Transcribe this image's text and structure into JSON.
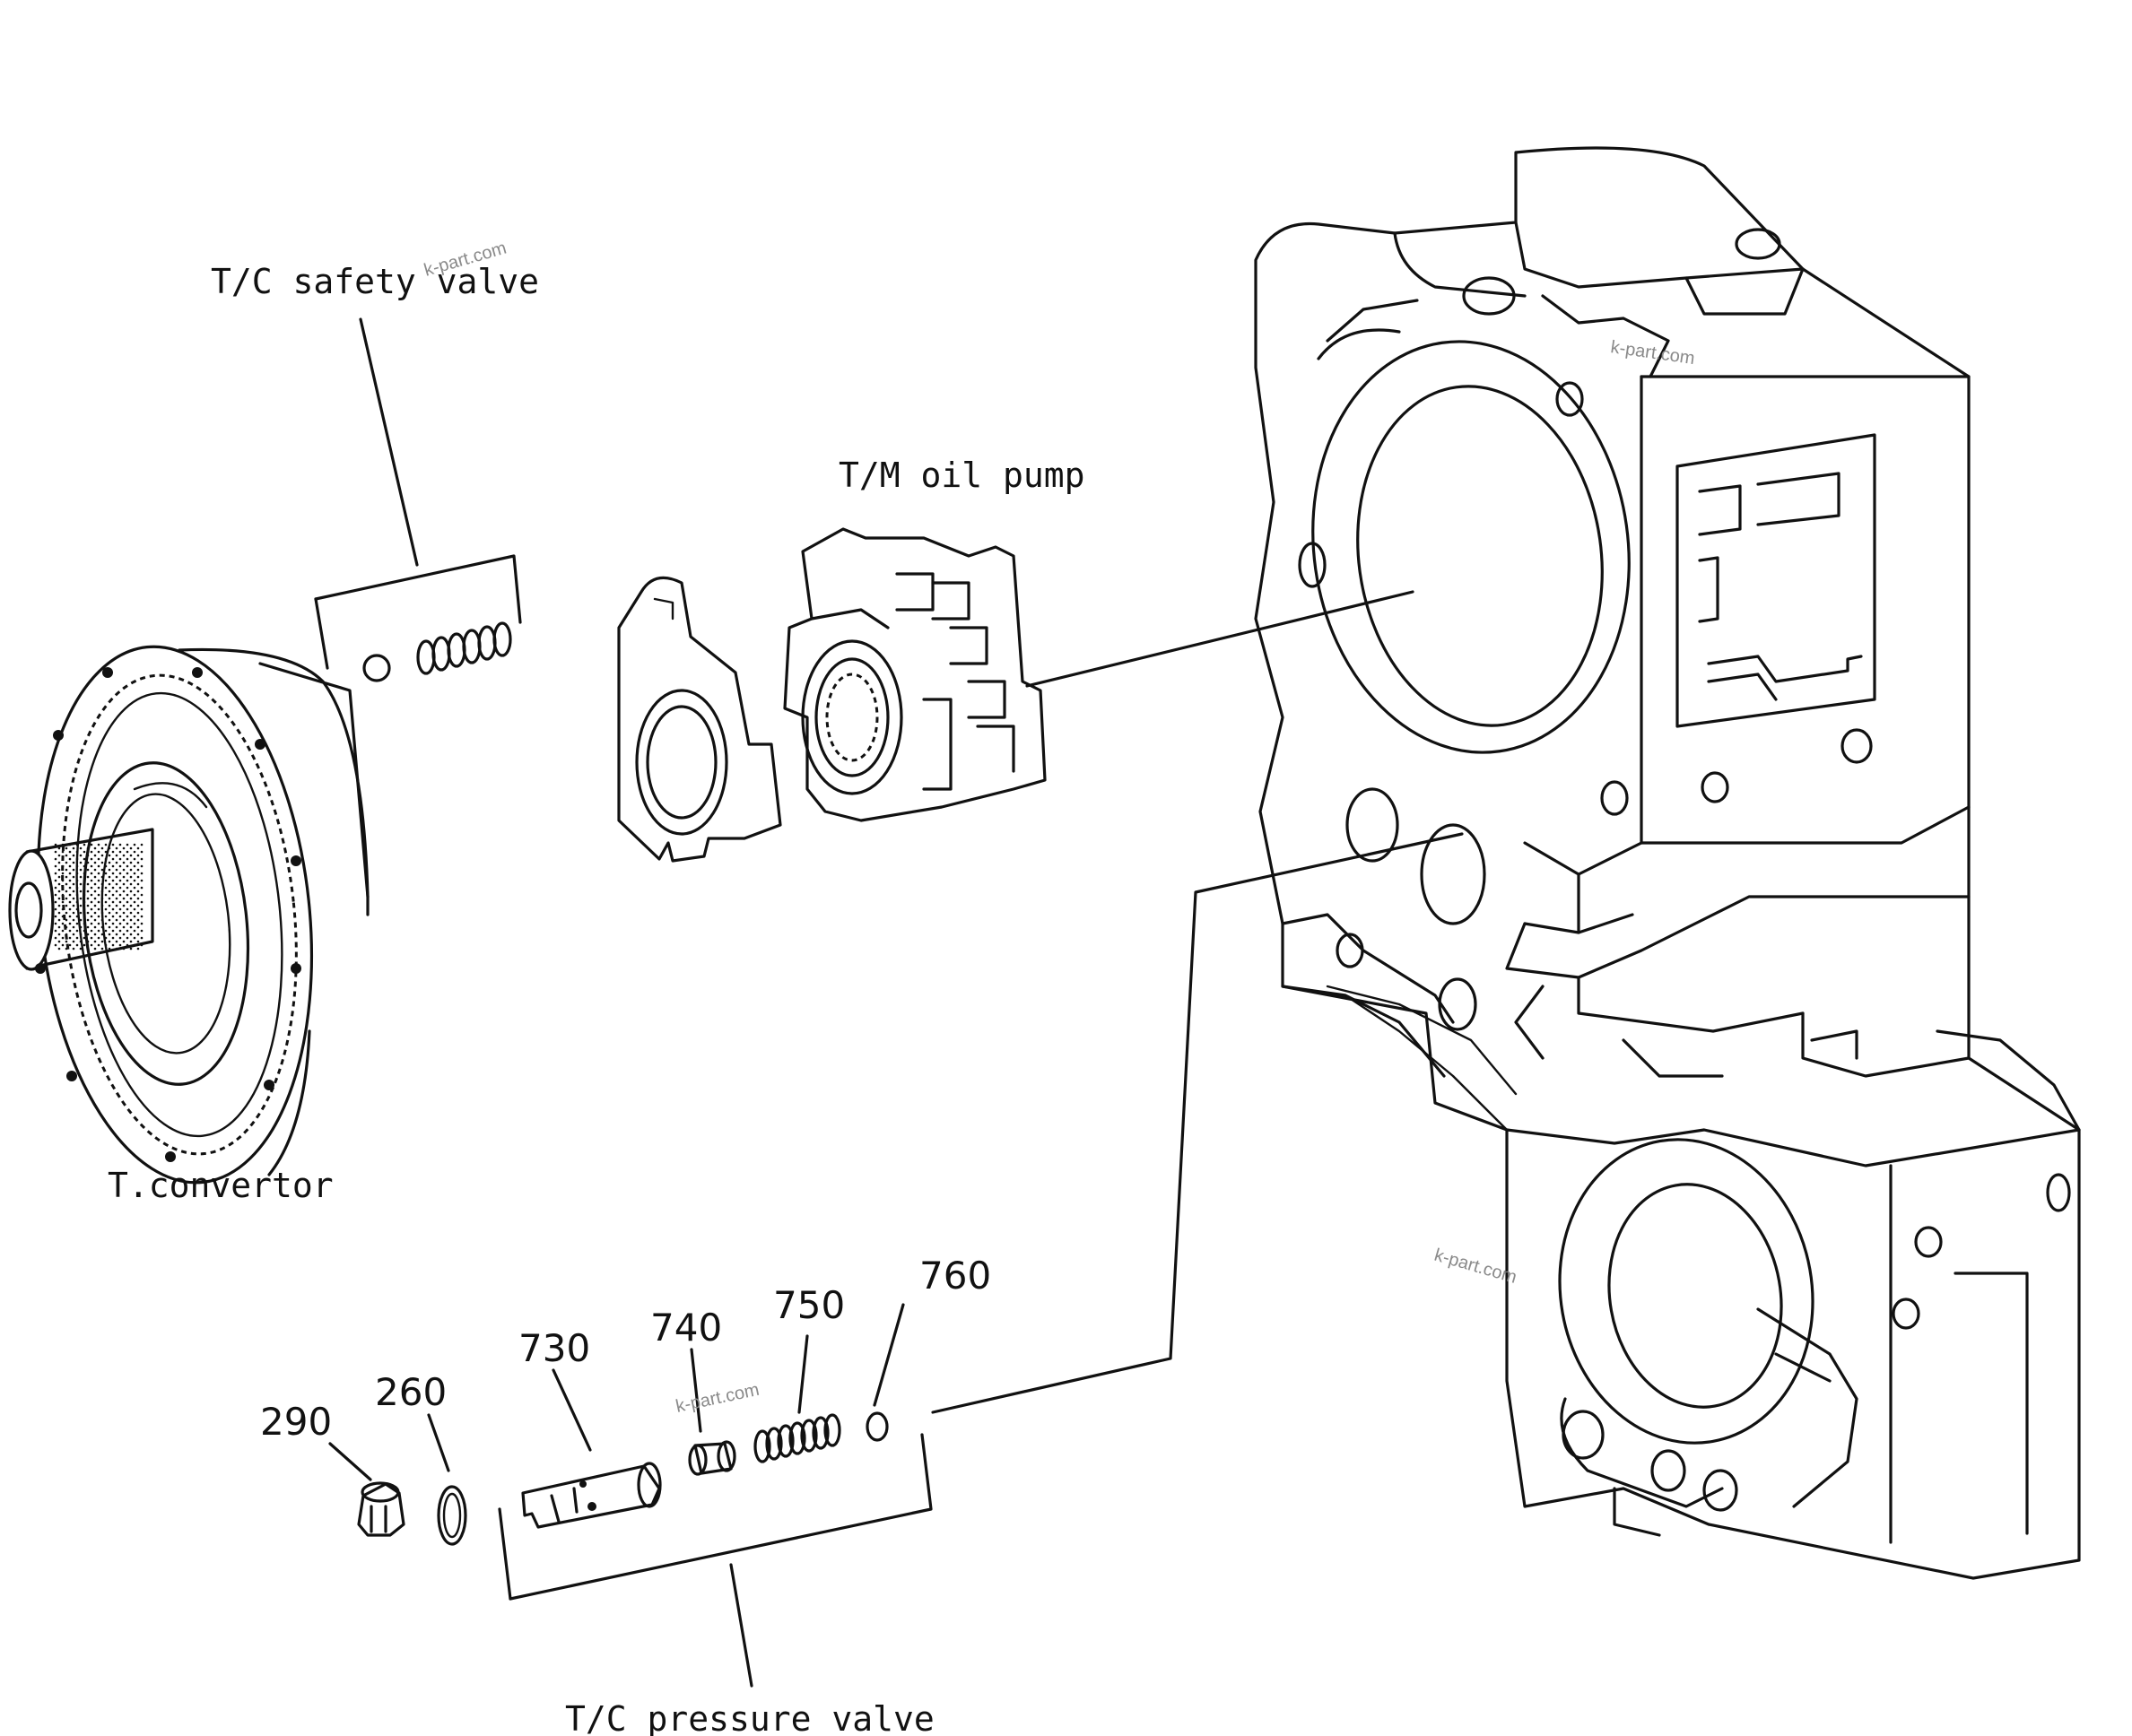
{
  "labels": {
    "safety_valve": "T/C safety valve",
    "oil_pump": "T/M oil pump",
    "converter": "T.convertor",
    "pressure_valve": "T/C pressure valve"
  },
  "part_numbers": {
    "p290": "290",
    "p260": "260",
    "p730": "730",
    "p740": "740",
    "p750": "750",
    "p760": "760"
  },
  "watermarks": {
    "w1": "k-part.com",
    "w2": "k-part.com",
    "w3": "k-part.com",
    "w4": "k-part.com"
  }
}
